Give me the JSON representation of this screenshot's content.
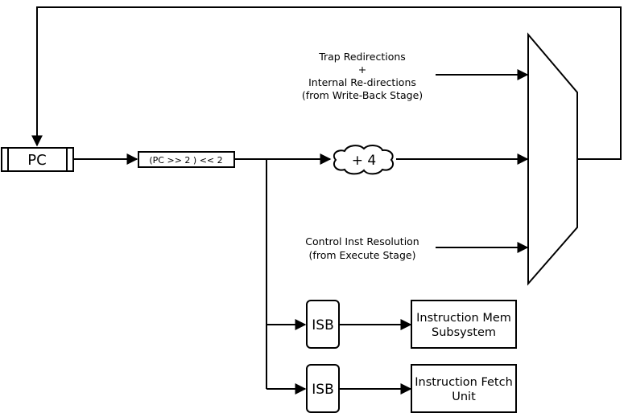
{
  "diagram": {
    "pc_label": "PC",
    "shift_label": "(PC >> 2 ) << 2",
    "plus4_label": "+ 4",
    "trap_lines": [
      "Trap Redirections",
      "+",
      "Internal Re-directions",
      "(from Write-Back Stage)"
    ],
    "control_lines": [
      "Control Inst Resolution",
      "(from Execute Stage)"
    ],
    "isb_top_label": "ISB",
    "isb_bottom_label": "ISB",
    "mem_lines": [
      "Instruction Mem",
      "Subsystem"
    ],
    "fetch_lines": [
      "Instruction Fetch",
      "Unit"
    ]
  }
}
